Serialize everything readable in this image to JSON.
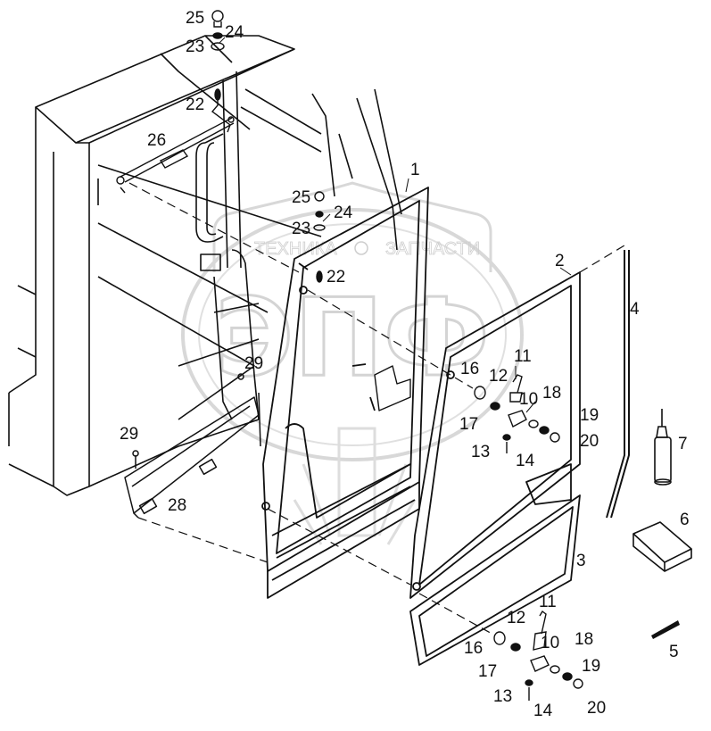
{
  "diagram": {
    "callouts": {
      "c25a": "25",
      "c24a": "24",
      "c23a": "23",
      "c22a": "22",
      "c26": "26",
      "c25b": "25",
      "c24b": "24",
      "c23b": "23",
      "c22b": "22",
      "c1": "1",
      "c2": "2",
      "c4": "4",
      "c29a": "29",
      "c29b": "29",
      "c28": "28",
      "c16a": "16",
      "c12a": "12",
      "c11a": "11",
      "c10a": "10",
      "c18a": "18",
      "c17a": "17",
      "c19a": "19",
      "c20a": "20",
      "c13a": "13",
      "c14a": "14",
      "c7": "7",
      "c6": "6",
      "c3": "3",
      "c5": "5",
      "c11b": "11",
      "c12b": "12",
      "c10b": "10",
      "c18b": "18",
      "c16b": "16",
      "c19b": "19",
      "c17b": "17",
      "c13b": "13",
      "c14b": "14",
      "c20b": "20"
    },
    "watermark": {
      "left": "ТЕХНИКА",
      "right": "ЗАПЧАСТИ",
      "center": "ЭПФ"
    }
  }
}
